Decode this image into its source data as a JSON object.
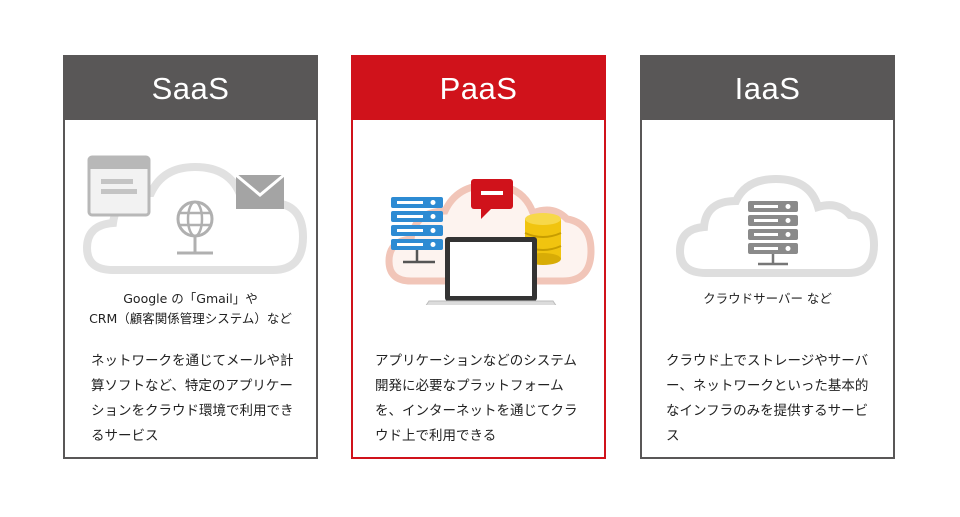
{
  "saas": {
    "title": "SaaS",
    "caption_line1": "Google の「Gmail」や",
    "caption_line2": "CRM（顧客関係管理システム）など",
    "description": "ネットワークを通じてメールや計算ソフトなど、特定のアプリケーションをクラウド環境で利用できるサービス"
  },
  "paas": {
    "title": "PaaS",
    "description": "アプリケーションなどのシステム開発に必要なプラットフォームを、インターネットを通じてクラウド上で利用できる"
  },
  "iaas": {
    "title": "IaaS",
    "caption": "クラウドサーバー など",
    "description": "クラウド上でストレージやサーバー、ネットワークといった基本的なインフラのみを提供するサービス"
  },
  "colors": {
    "gray_header": "#595757",
    "red_accent": "#d0121b",
    "blue_server": "#2d8bd3",
    "gold_db": "#f1c40f"
  }
}
